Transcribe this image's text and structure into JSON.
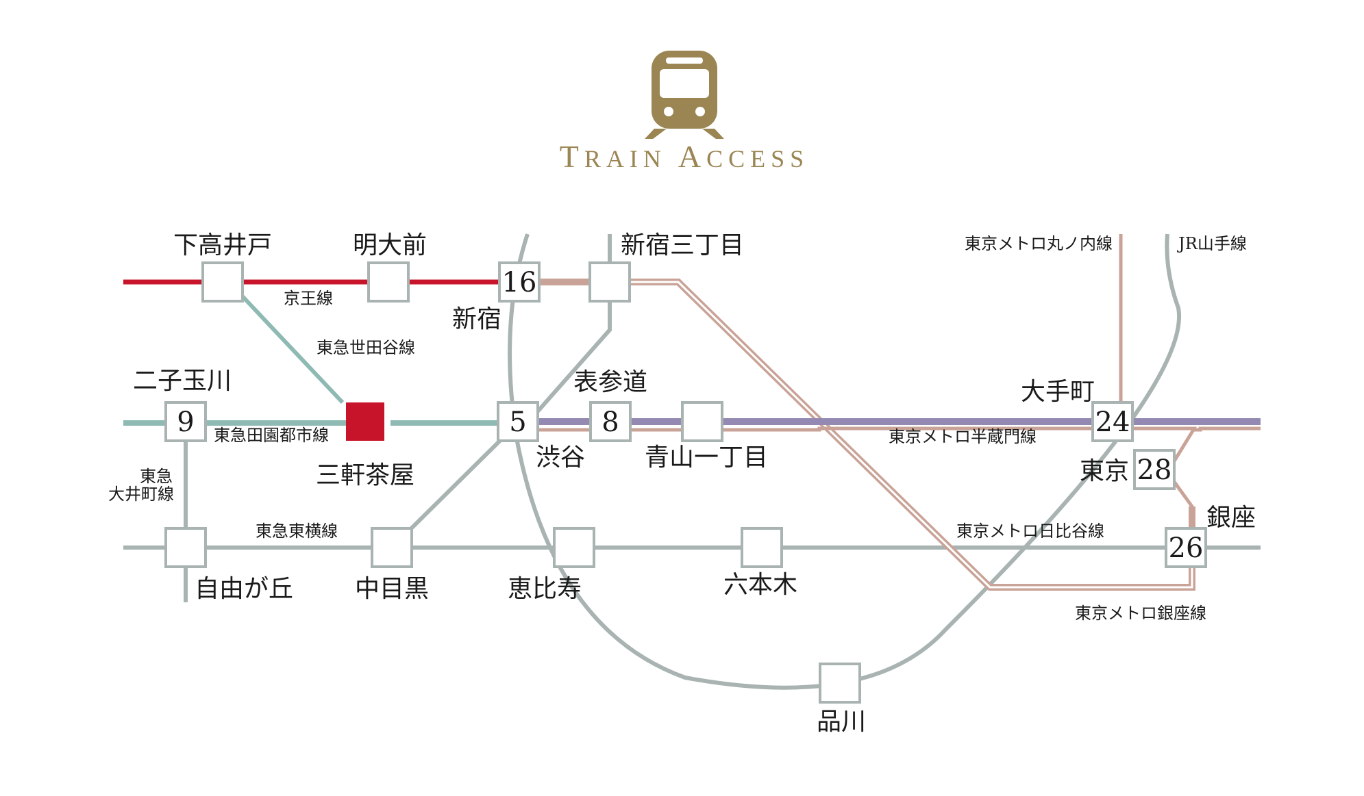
{
  "header": {
    "title": "TRAIN ACCESS",
    "icon": "train-icon"
  },
  "colors": {
    "gold": "#9a8553",
    "keio": "#c8142b",
    "denentoshi": "#8fbab4",
    "gray_line": "#a8b3b2",
    "hanzomon": "#9489b2",
    "ginza_maru": "#c9a397",
    "box_stroke": "#a8b3b2",
    "highlight": "#c8142b"
  },
  "lines": {
    "keio": "京王線",
    "setagaya": "東急世田谷線",
    "denentoshi": "東急田園都市線",
    "oimachi": "東急\n大井町線",
    "toyoko": "東急東横線",
    "marunouchi": "東京メトロ丸ノ内線",
    "yamanote": "JR山手線",
    "hanzomon": "東京メトロ半蔵門線",
    "hibiya": "東京メトロ日比谷線",
    "ginza": "東京メトロ銀座線"
  },
  "stations": {
    "shimotakaido": "下高井戸",
    "meidaimae": "明大前",
    "shinjuku": "新宿",
    "shinjuku_num": "16",
    "shinjuku3": "新宿三丁目",
    "futakotamagawa": "二子玉川",
    "futako_num": "9",
    "sangenjaya": "三軒茶屋",
    "shibuya": "渋谷",
    "shibuya_num": "5",
    "omotesando": "表参道",
    "omotesando_num": "8",
    "aoyama1": "青山一丁目",
    "otemachi": "大手町",
    "otemachi_num": "24",
    "tokyo": "東京",
    "tokyo_num": "28",
    "ginza_st": "銀座",
    "ginza_num": "26",
    "jiyugaoka": "自由が丘",
    "nakameguro": "中目黒",
    "ebisu": "恵比寿",
    "roppongi": "六本木",
    "shinagawa": "品川"
  }
}
